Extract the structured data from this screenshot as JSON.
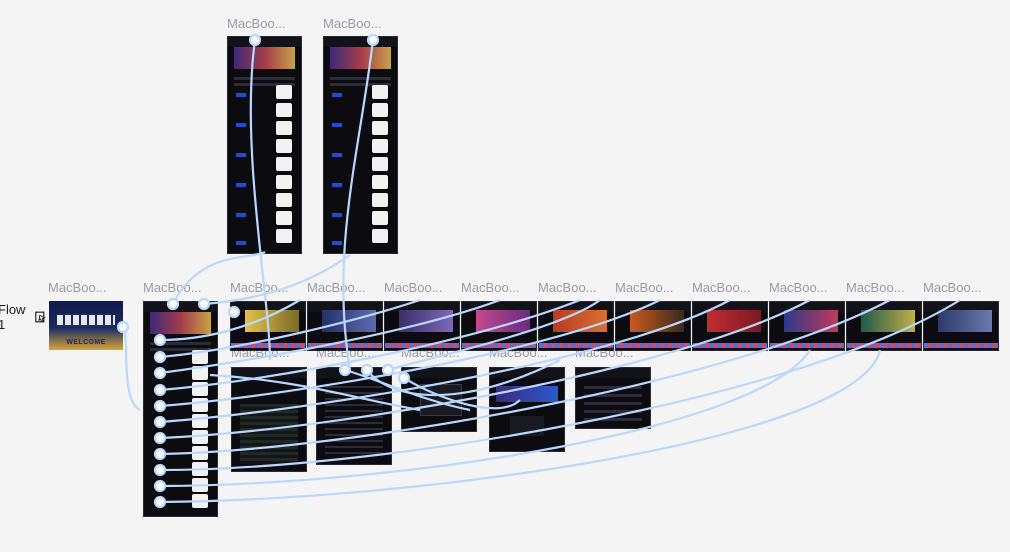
{
  "flow": {
    "label": "Flow 1"
  },
  "frames": {
    "label": "MacBoo...",
    "top_screens": [
      "MacBoo...",
      "MacBoo..."
    ],
    "row_screens": [
      "MacBoo...",
      "MacBoo...",
      "MacBoo...",
      "MacBoo...",
      "MacBoo...",
      "MacBoo...",
      "MacBoo...",
      "MacBoo...",
      "MacBoo...",
      "MacBoo...",
      "MacBoo...",
      "MacBoo..."
    ],
    "panel_screens": [
      "MacBoo...",
      "MacBoo...",
      "MacBoo...",
      "MacBoo...",
      "MacBoo..."
    ]
  },
  "welcome": {
    "text": "WELCOME"
  },
  "colors": {
    "connector": "#b9d8ff",
    "canvas": "#f4f4f5"
  },
  "icons": {
    "flow_start": "play-cursor-icon"
  }
}
